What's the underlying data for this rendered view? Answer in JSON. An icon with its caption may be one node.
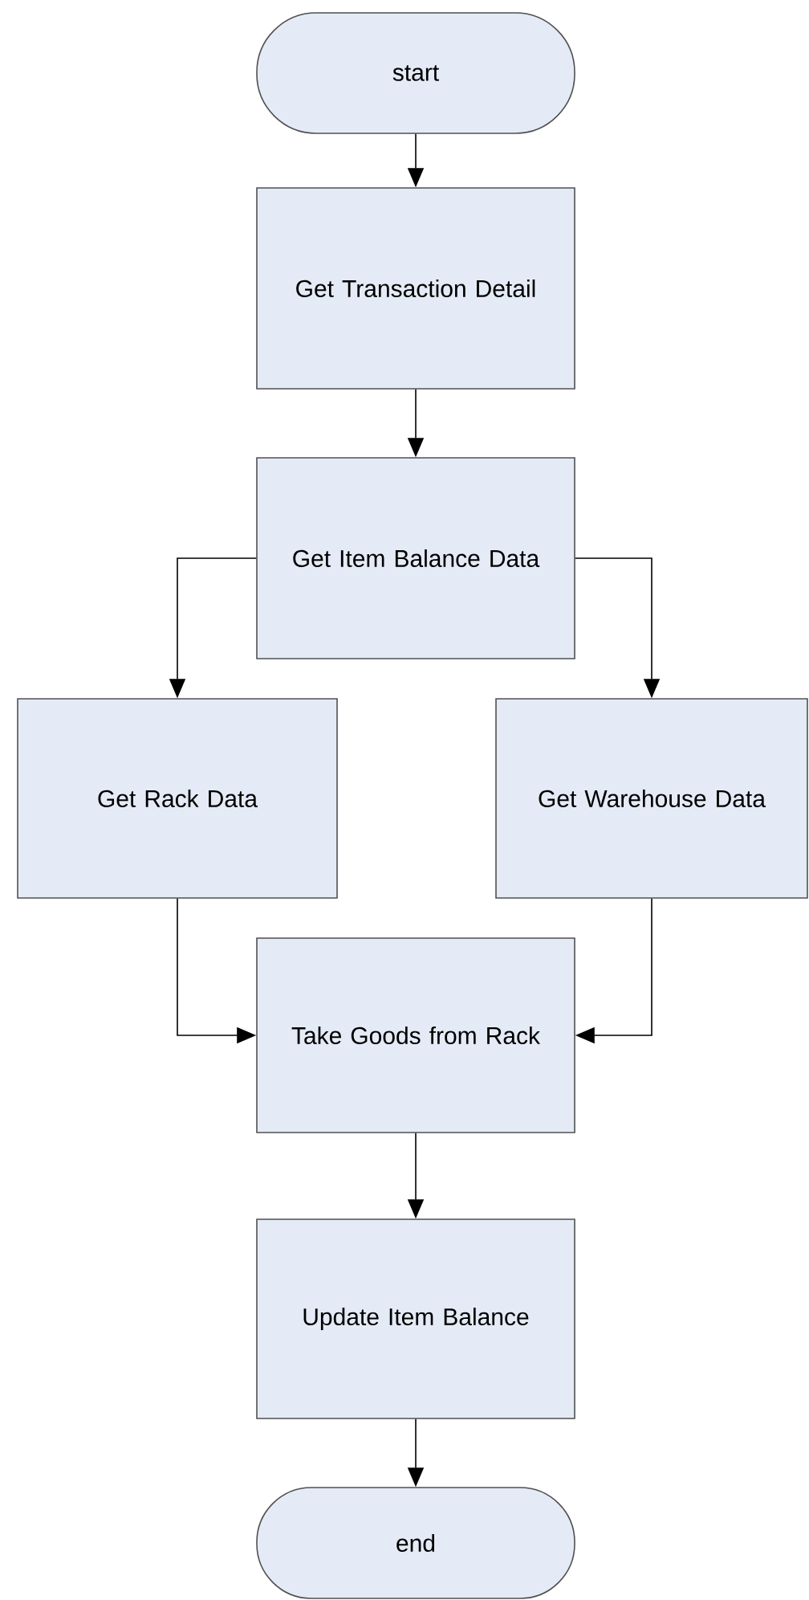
{
  "diagram": {
    "nodes": [
      {
        "text": [
          "start"
        ]
      },
      {
        "text": [
          "Get Transaction Detail"
        ]
      },
      {
        "text": [
          "Get Item Balance Data"
        ]
      },
      {
        "text": [
          "Get Rack Data"
        ]
      },
      {
        "text": [
          "Get Warehouse Data"
        ]
      },
      {
        "text": [
          "Take Goods from Rack"
        ]
      },
      {
        "text": [
          "Update Item Balance"
        ]
      },
      {
        "text": [
          "end"
        ]
      }
    ],
    "edges": [
      {
        "from": 0,
        "to": 1,
        "arrow": "to"
      },
      {
        "from": 1,
        "to": 2,
        "arrow": "to"
      },
      {
        "from": 2,
        "to": 3,
        "arrow": "to"
      },
      {
        "from": 2,
        "to": 4,
        "arrow": "to"
      },
      {
        "from": 3,
        "to": 5,
        "arrow": "to"
      },
      {
        "from": 4,
        "to": 5,
        "arrow": "to"
      },
      {
        "from": 5,
        "to": 6,
        "arrow": "to"
      },
      {
        "from": 6,
        "to": 7,
        "arrow": "to"
      }
    ]
  }
}
